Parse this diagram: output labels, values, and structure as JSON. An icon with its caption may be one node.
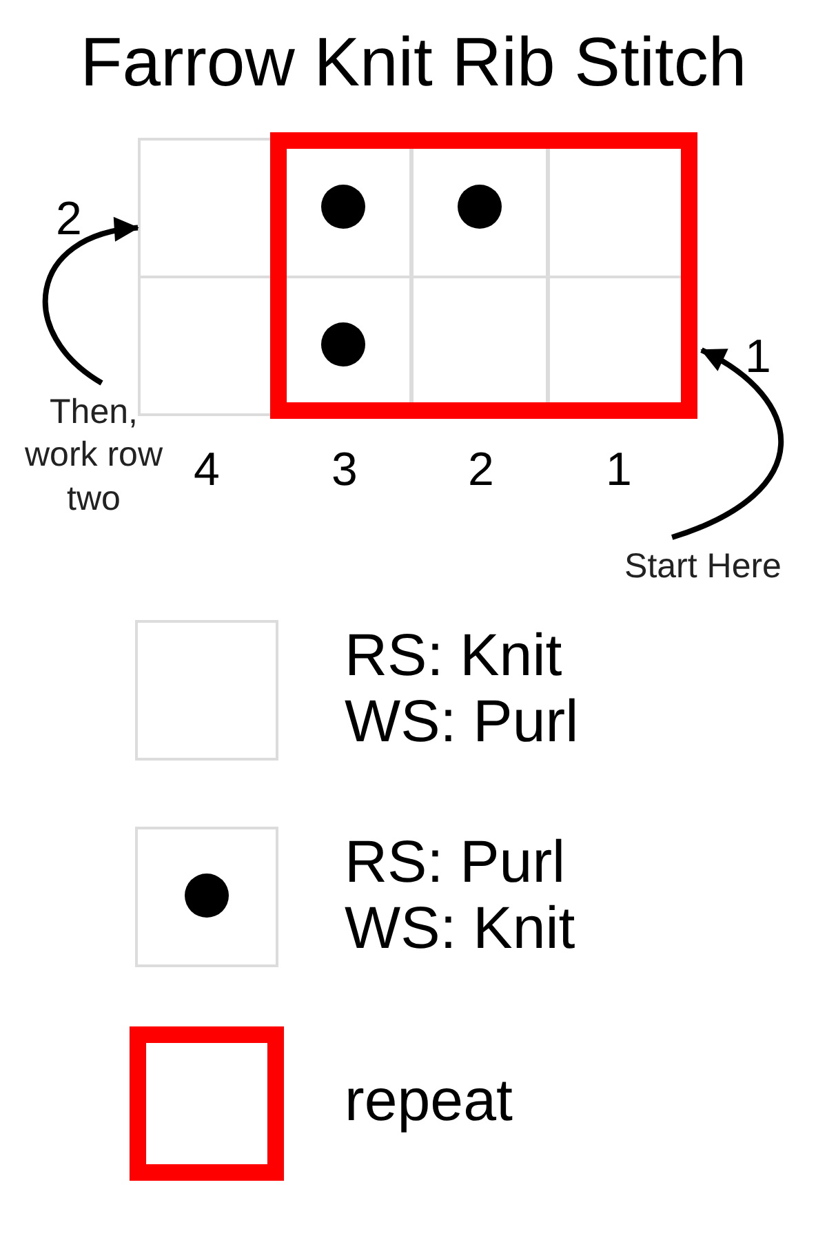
{
  "diagram": {
    "title": "Farrow Knit Rib Stitch",
    "nodes": [
      {
        "text": [
          "Then, work row two"
        ]
      },
      {
        "text": [],
        "shape": "box"
      },
      {
        "text": [
          "Start Here"
        ]
      },
      {
        "text": [],
        "shape": "box"
      }
    ],
    "edges": [
      {
        "from": 0,
        "to": 1,
        "arrow": "to"
      },
      {
        "from": 2,
        "to": 3,
        "arrow": "to"
      }
    ],
    "labels": [
      "2",
      "1",
      "4",
      "3",
      "2",
      "1"
    ],
    "legend": [
      {
        "text": "RS: Knit WS: Purl"
      },
      {
        "text": "RS: Purl WS: Knit"
      },
      {
        "text": "repeat"
      }
    ]
  }
}
